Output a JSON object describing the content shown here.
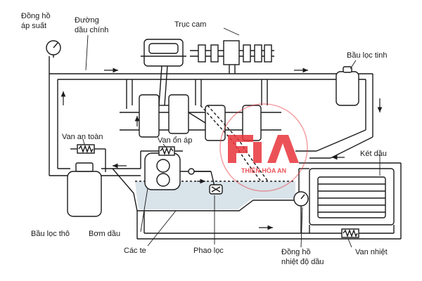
{
  "labels": {
    "pressure_gauge": [
      "Đồng hồ",
      "áp suất"
    ],
    "main_oil_line": [
      "Đường",
      "dầu chính"
    ],
    "camshaft": "Trục cam",
    "fine_filter": "Bầu lọc tinh",
    "safety_valve": "Van an toàn",
    "pressure_regulator": "Van ổn áp",
    "oil_cooler": "Két dầu",
    "coarse_filter": "Bầu lọc thô",
    "oil_pump": "Bơm dầu",
    "oil_pan": "Các te",
    "float_filter": "Phao lọc",
    "oil_temp_gauge": [
      "Đồng hồ",
      "nhiệt độ dầu"
    ],
    "thermostat_valve": "Van nhiệt"
  },
  "watermark": {
    "text": "THIÊN HÒA AN",
    "logo_color": "#e8343c"
  },
  "colors": {
    "ink": "#1a1a1a",
    "oil": "#d9e3ea"
  }
}
